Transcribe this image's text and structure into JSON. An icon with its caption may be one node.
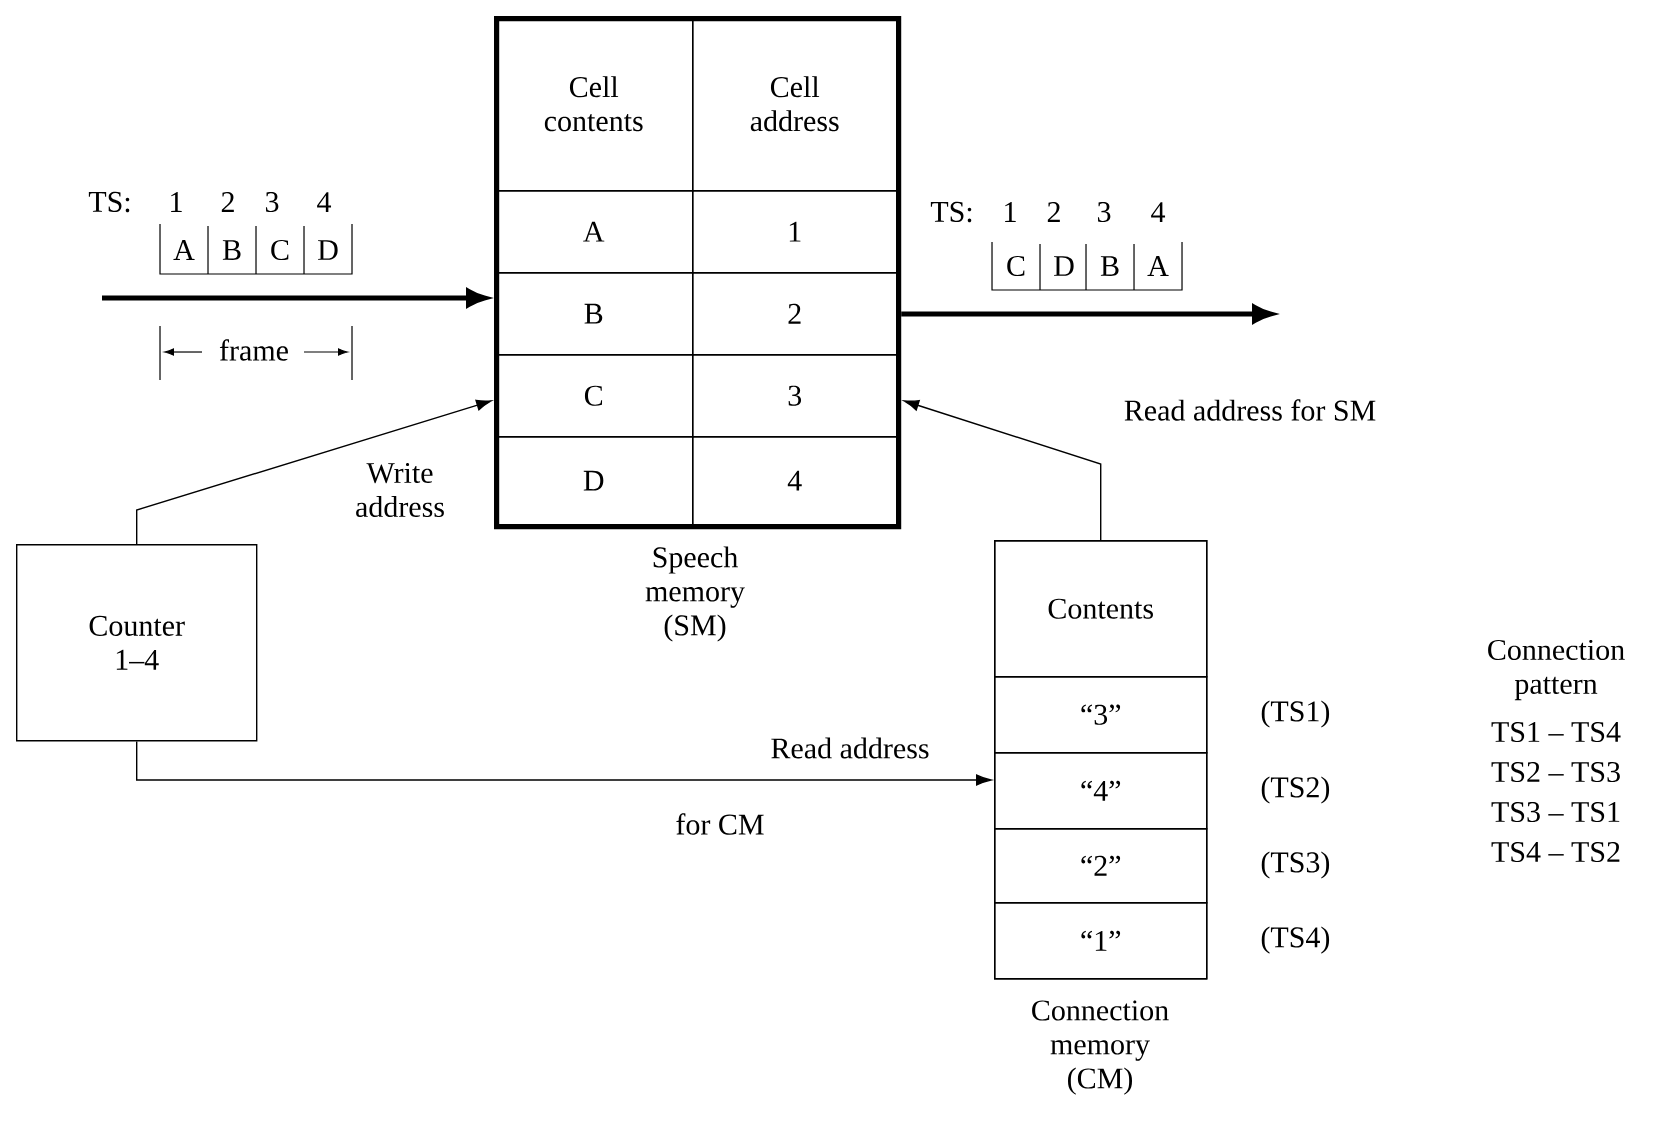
{
  "diagram": {
    "nodes": [
      {
        "text": [
          "Speech memory (SM)"
        ]
      },
      {
        "text": [
          "Cell contents"
        ],
        "in": 0
      },
      {
        "text": [
          "Cell address"
        ],
        "in": 0
      },
      {
        "text": [
          "A"
        ],
        "in": 0
      },
      {
        "text": [
          "1"
        ],
        "in": 0
      },
      {
        "text": [
          "B"
        ],
        "in": 0
      },
      {
        "text": [
          "2"
        ],
        "in": 0
      },
      {
        "text": [
          "C"
        ],
        "in": 0
      },
      {
        "text": [
          "3"
        ],
        "in": 0
      },
      {
        "text": [
          "D"
        ],
        "in": 0
      },
      {
        "text": [
          "4"
        ],
        "in": 0
      },
      {
        "text": [
          "Counter 1–4"
        ]
      },
      {
        "text": [
          "Connection memory (CM)"
        ]
      },
      {
        "text": [
          "Contents"
        ],
        "in": 12
      },
      {
        "text": [
          "“3”"
        ],
        "in": 12,
        "beside": [
          "(TS1)"
        ]
      },
      {
        "text": [
          "“4”"
        ],
        "in": 12,
        "beside": [
          "(TS2)"
        ]
      },
      {
        "text": [
          "“2”"
        ],
        "in": 12,
        "beside": [
          "(TS3)"
        ]
      },
      {
        "text": [
          "“1”"
        ],
        "in": 12,
        "beside": [
          "(TS4)"
        ]
      }
    ],
    "edges": [
      {
        "from": null,
        "to": 0,
        "arrow": "to",
        "style": "thick"
      },
      {
        "from": 0,
        "to": null,
        "arrow": "to",
        "style": "thick"
      },
      {
        "from": 11,
        "to": 0,
        "arrow": "to",
        "label": "Write address"
      },
      {
        "from": 11,
        "to": 12,
        "arrow": "to",
        "label": "Read address"
      },
      {
        "from": 12,
        "to": 0,
        "arrow": "to",
        "label": "Read address for SM"
      }
    ],
    "labels": [
      "TS:",
      "1",
      "2",
      "3",
      "4",
      "A",
      "B",
      "C",
      "D",
      "frame",
      "TS:",
      "1",
      "2",
      "3",
      "4",
      "C",
      "D",
      "B",
      "A",
      "for CM",
      "Connection pattern",
      "TS1 – TS4",
      "TS2 – TS3",
      "TS3 – TS1",
      "TS4 – TS2"
    ]
  }
}
